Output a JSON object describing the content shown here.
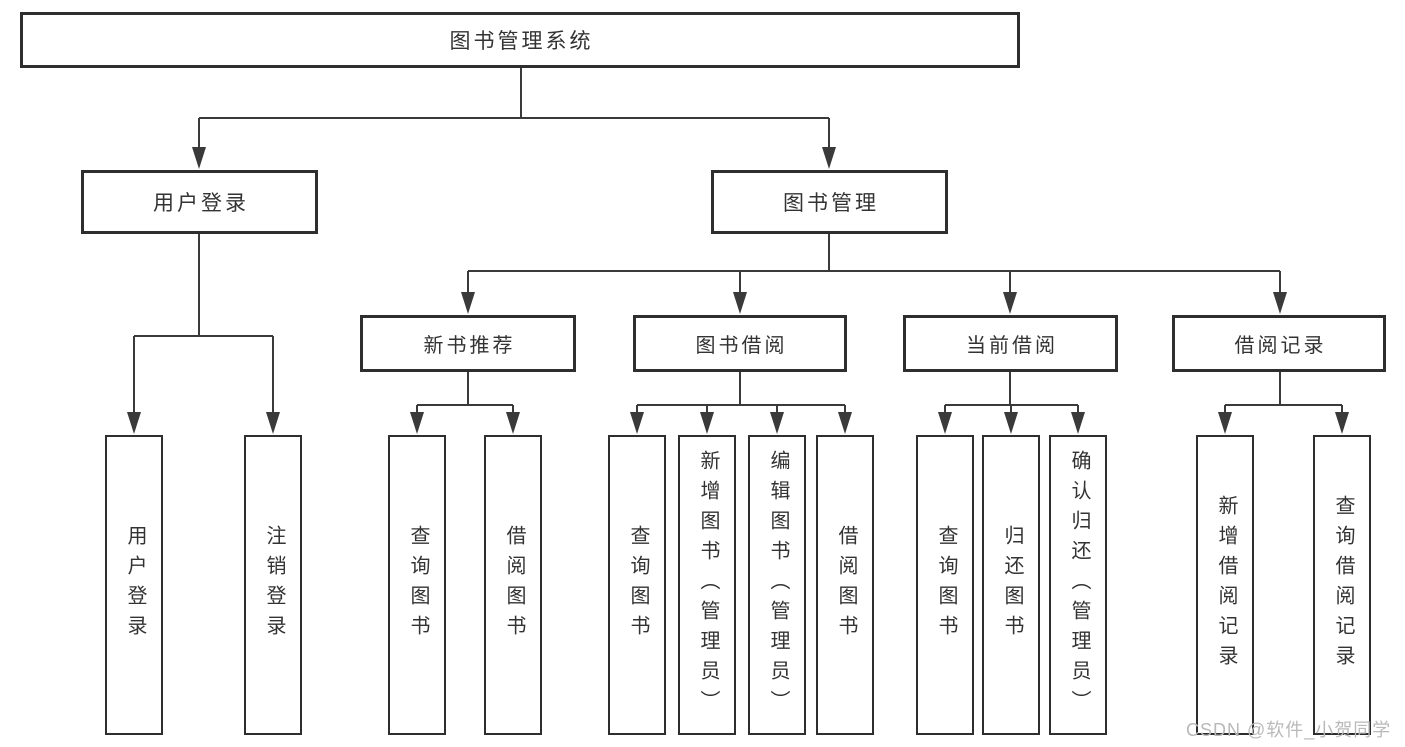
{
  "tree": {
    "root": "图书管理系统",
    "branches": [
      {
        "label": "用户登录",
        "children": [
          "用户登录",
          "注销登录"
        ]
      },
      {
        "label": "图书管理",
        "groups": [
          {
            "label": "新书推荐",
            "children": [
              "查询图书",
              "借阅图书"
            ]
          },
          {
            "label": "图书借阅",
            "children": [
              "查询图书",
              "新增图书（管理员）",
              "编辑图书（管理员）",
              "借阅图书"
            ]
          },
          {
            "label": "当前借阅",
            "children": [
              "查询图书",
              "归还图书",
              "确认归还（管理员）"
            ]
          },
          {
            "label": "借阅记录",
            "children": [
              "新增借阅记录",
              "查询借阅记录"
            ]
          }
        ]
      }
    ]
  },
  "watermark": "CSDN @软件_小贺同学",
  "colors": {
    "line": "#3a3a3a",
    "box_border": "#2e2e2e",
    "box_fill": "#ffffff",
    "text": "#333333",
    "watermark": "#b9b9b9",
    "background": "#ffffff"
  }
}
